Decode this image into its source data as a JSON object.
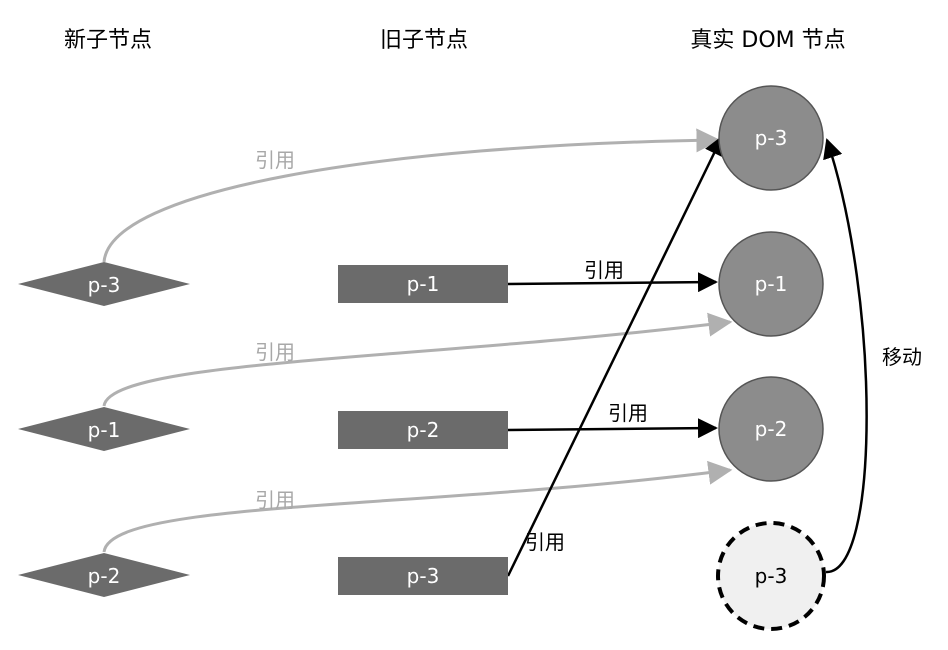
{
  "headers": {
    "new_children": "新子节点",
    "old_children": "旧子节点",
    "real_dom": "真实 DOM 节点"
  },
  "new_nodes": [
    {
      "label": "p-3"
    },
    {
      "label": "p-1"
    },
    {
      "label": "p-2"
    }
  ],
  "old_nodes": [
    {
      "label": "p-1"
    },
    {
      "label": "p-2"
    },
    {
      "label": "p-3"
    }
  ],
  "dom_nodes": [
    {
      "label": "p-3"
    },
    {
      "label": "p-1"
    },
    {
      "label": "p-2"
    },
    {
      "label": "p-3",
      "style": "dashed"
    }
  ],
  "edge_labels": {
    "new_p3_ref": "引用",
    "new_p1_ref": "引用",
    "new_p2_ref": "引用",
    "old_p1_ref": "引用",
    "old_p2_ref": "引用",
    "old_p3_ref": "引用",
    "move": "移动"
  },
  "colors": {
    "node_fill": "#6b6b6b",
    "circle_fill": "#8c8c8c",
    "dashed_fill": "#f0f0f0",
    "grey_edge": "#b0b0b0",
    "black_edge": "#000000"
  }
}
